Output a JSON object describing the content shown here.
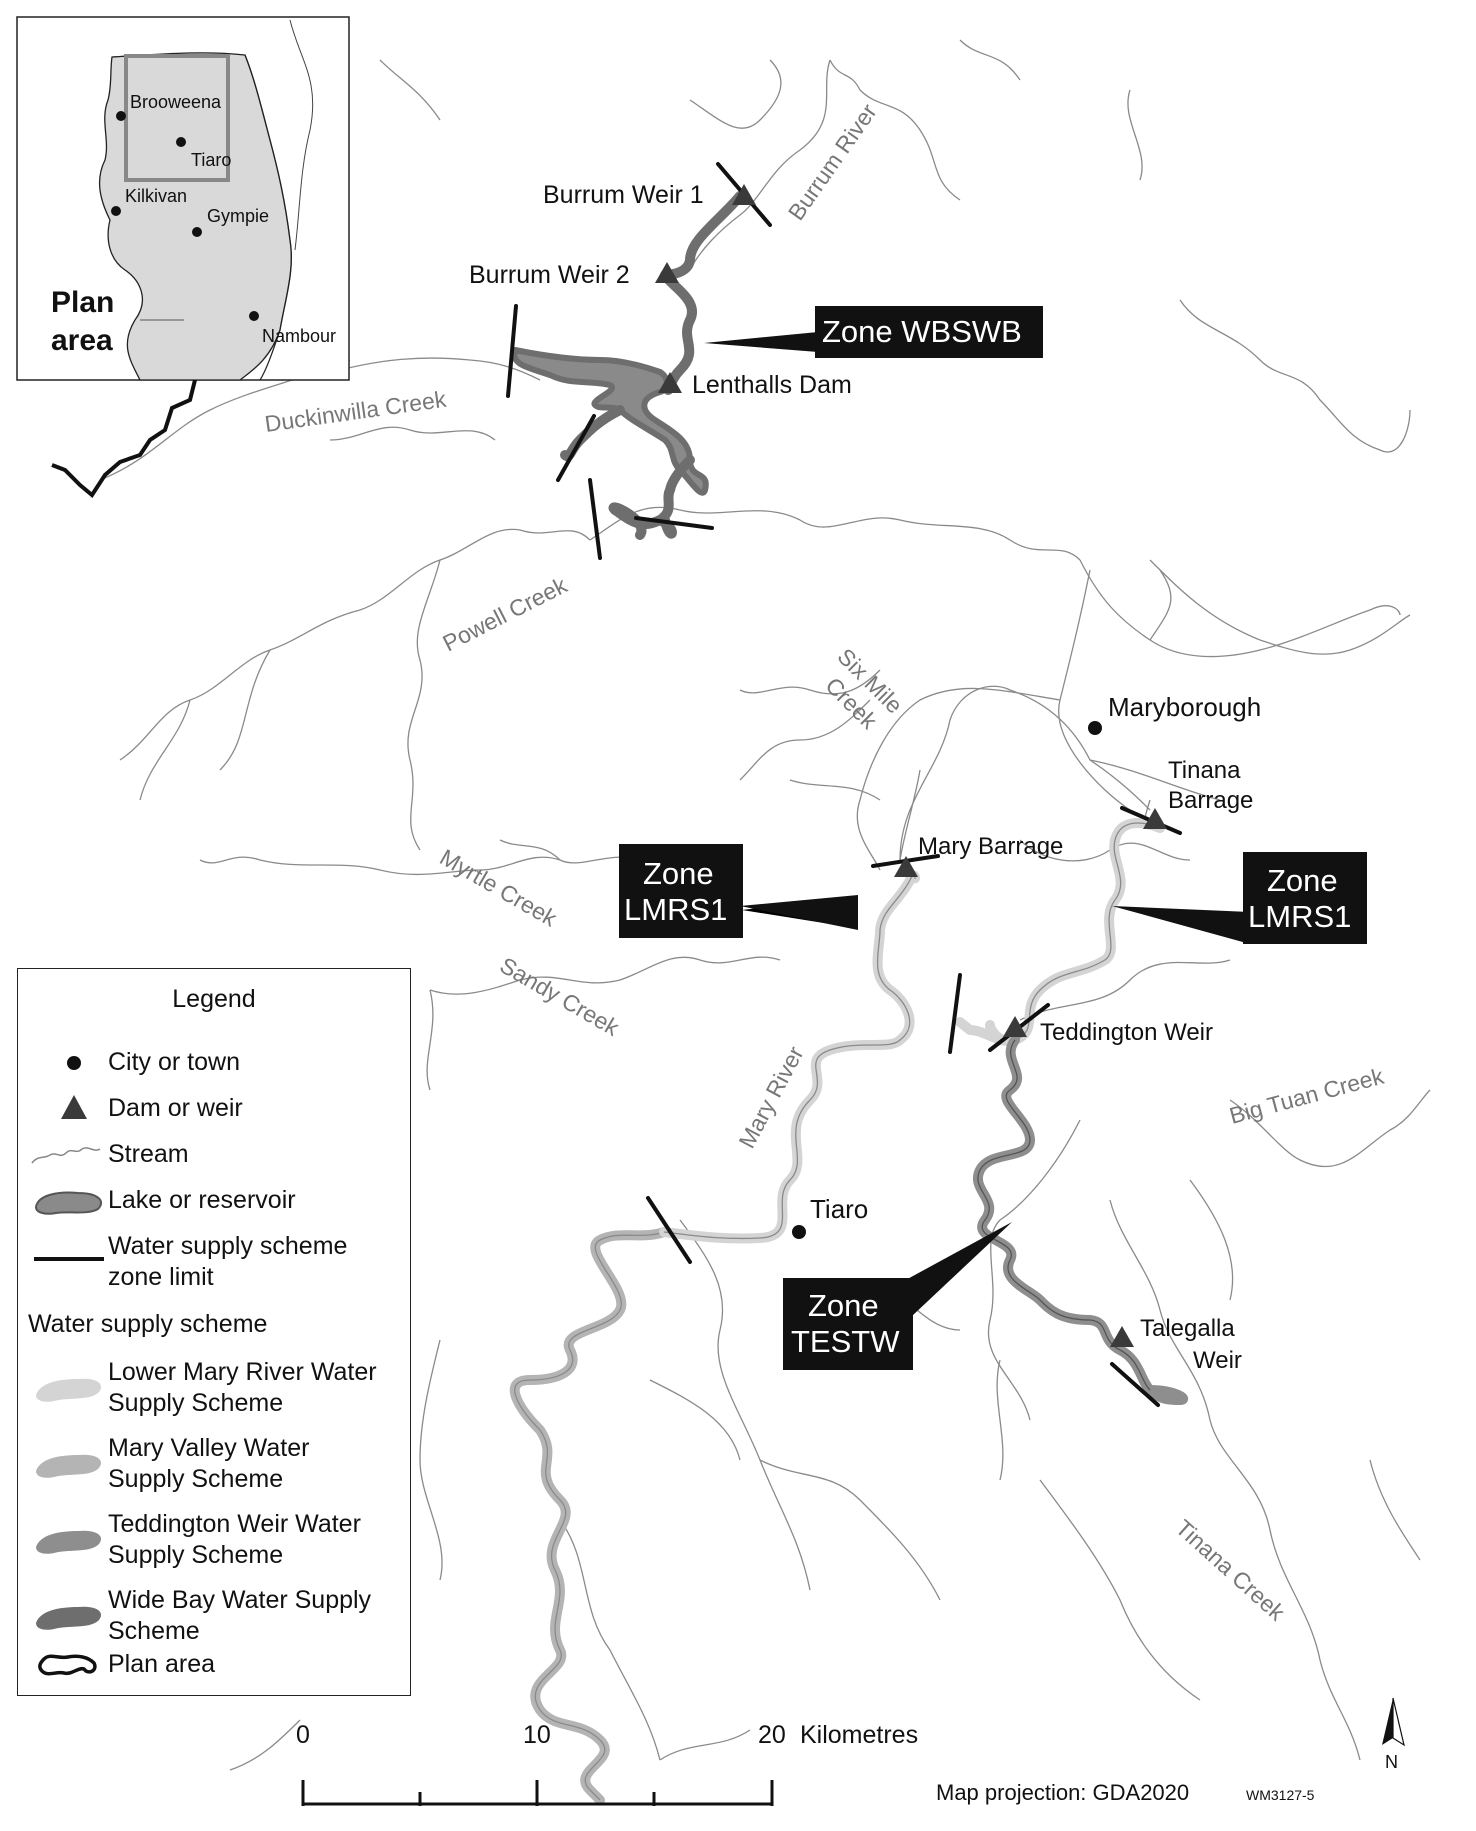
{
  "inset": {
    "towns": [
      "Brooweena",
      "Tiaro",
      "Kilkivan",
      "Gympie",
      "Nambour"
    ],
    "plan_area_label_line1": "Plan",
    "plan_area_label_line2": "area"
  },
  "places": {
    "burrum_weir_1": "Burrum Weir 1",
    "burrum_weir_2": "Burrum Weir 2",
    "lenthalls_dam": "Lenthalls Dam",
    "maryborough": "Maryborough",
    "tinana_barrage_1": "Tinana",
    "tinana_barrage_2": "Barrage",
    "mary_barrage": "Mary Barrage",
    "teddington_weir": "Teddington Weir",
    "tiaro": "Tiaro",
    "talegalla_weir_1": "Talegalla",
    "talegalla_weir_2": "Weir"
  },
  "streams": {
    "burrum_river": "Burrum River",
    "duckinwilla_creek": "Duckinwilla Creek",
    "powell_creek": "Powell Creek",
    "six_mile_creek_1": "Six Mile",
    "six_mile_creek_2": "Creek",
    "myrtle_creek": "Myrtle Creek",
    "sandy_creek": "Sandy Creek",
    "mary_river": "Mary River",
    "big_tuan_creek": "Big Tuan Creek",
    "tinana_creek": "Tinana Creek"
  },
  "zones": {
    "wbswb": "Zone WBSWB",
    "lmrs1_left_1": "Zone",
    "lmrs1_left_2": "LMRS1",
    "lmrs1_right_1": "Zone",
    "lmrs1_right_2": "LMRS1",
    "testw_1": "Zone",
    "testw_2": "TESTW"
  },
  "legend": {
    "title": "Legend",
    "items": [
      {
        "label": "City or town",
        "icon": "dot-icon"
      },
      {
        "label": "Dam or weir",
        "icon": "triangle-icon"
      },
      {
        "label": "Stream",
        "icon": "stream-line-icon"
      },
      {
        "label": "Lake or reservoir",
        "icon": "lake-icon"
      },
      {
        "label_line1": "Water supply scheme",
        "label_line2": "zone limit",
        "icon": "zone-limit-icon"
      }
    ],
    "scheme_heading": "Water supply scheme",
    "schemes": [
      {
        "line1": "Lower Mary River Water",
        "line2": "Supply Scheme",
        "color": "#d4d4d4"
      },
      {
        "line1": "Mary Valley Water",
        "line2": "Supply Scheme",
        "color": "#b4b4b4"
      },
      {
        "line1": "Teddington Weir Water",
        "line2": "Supply Scheme",
        "color": "#8e8e8e"
      },
      {
        "line1": "Wide Bay Water Supply",
        "line2": "Scheme",
        "color": "#6e6e6e"
      }
    ],
    "plan_area": "Plan area"
  },
  "scale_bar": {
    "ticks": [
      "0",
      "10",
      "20"
    ],
    "unit": "Kilometres"
  },
  "north_label": "N",
  "projection": "Map projection: GDA2020",
  "map_code": "WM3127-5",
  "colors": {
    "lower_mary": "#d4d4d4",
    "mary_valley": "#b4b4b4",
    "teddington": "#8e8e8e",
    "wide_bay": "#6e6e6e",
    "stream": "#8a8a8a",
    "marker": "#3a3a3a"
  }
}
